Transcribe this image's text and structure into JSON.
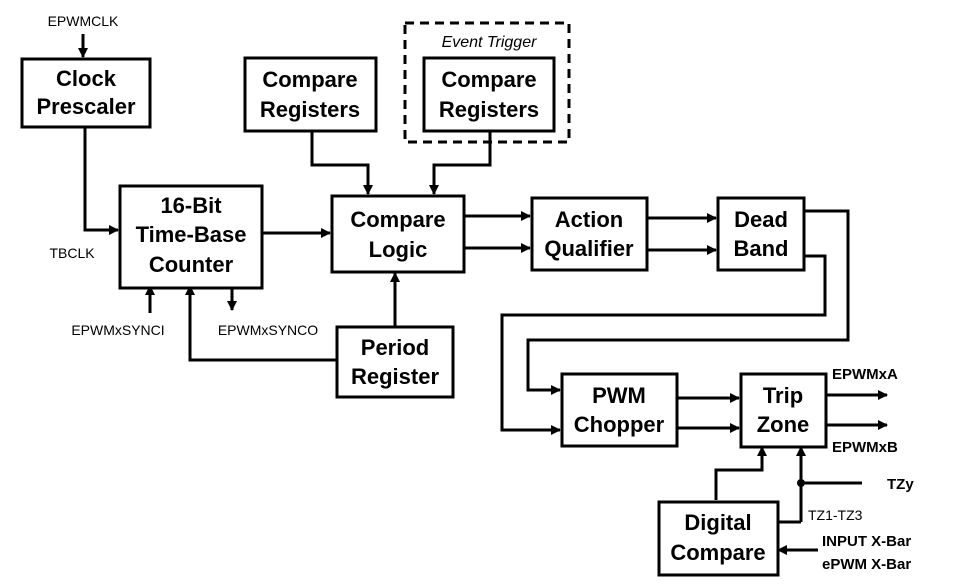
{
  "blocks": {
    "clock_prescaler": [
      "Clock",
      "Prescaler"
    ],
    "compare_registers": [
      "Compare",
      "Registers"
    ],
    "event_trigger_compare_registers": [
      "Compare",
      "Registers"
    ],
    "time_base_counter": [
      "16-Bit",
      "Time-Base",
      "Counter"
    ],
    "compare_logic": [
      "Compare",
      "Logic"
    ],
    "action_qualifier": [
      "Action",
      "Qualifier"
    ],
    "dead_band": [
      "Dead",
      "Band"
    ],
    "period_register": [
      "Period",
      "Register"
    ],
    "pwm_chopper": [
      "PWM",
      "Chopper"
    ],
    "trip_zone": [
      "Trip",
      "Zone"
    ],
    "digital_compare": [
      "Digital",
      "Compare"
    ]
  },
  "groups": {
    "event_trigger": "Event Trigger"
  },
  "signals": {
    "epwmclk": "EPWMCLK",
    "tbclk": "TBCLK",
    "epwmxsynci": "EPWMxSYNCI",
    "epwmxsynco": "EPWMxSYNCO",
    "epwmxa": "EPWMxA",
    "epwmxb": "EPWMxB",
    "tzy": "TZy",
    "tz1_tz3": "TZ1-TZ3",
    "input_xbar": "INPUT X-Bar",
    "epwm_xbar": "ePWM X-Bar"
  }
}
